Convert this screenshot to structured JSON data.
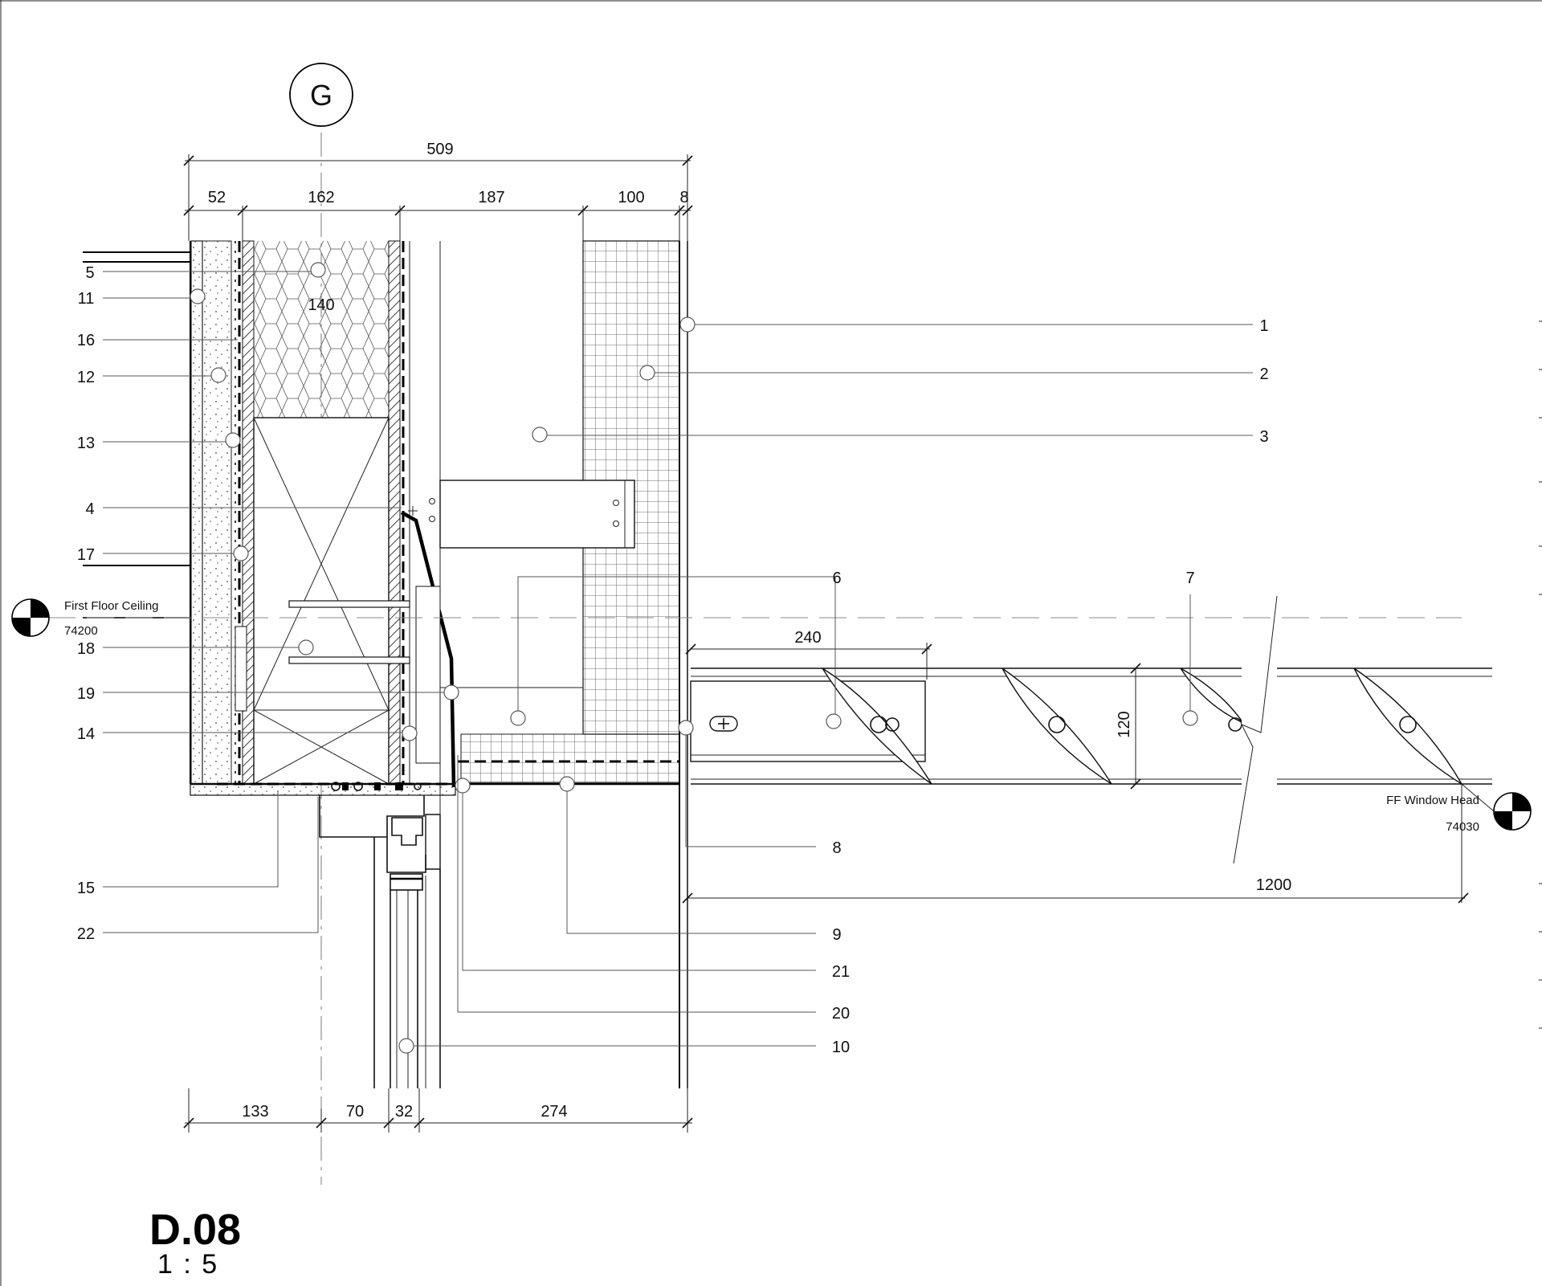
{
  "grid": {
    "label": "G"
  },
  "dimensions": {
    "overall": "509",
    "top": [
      "52",
      "162",
      "187",
      "100",
      "8"
    ],
    "insulation": "140",
    "bottom": [
      "133",
      "70",
      "32",
      "274"
    ],
    "louvre_return": "240",
    "louvre_depth": "120",
    "louvre_length": "1200"
  },
  "tags_left": [
    "5",
    "11",
    "16",
    "12",
    "13",
    "4",
    "17",
    "18",
    "19",
    "14",
    "15",
    "22"
  ],
  "tags_right": [
    "1",
    "2",
    "3",
    "6",
    "7",
    "8",
    "9",
    "21",
    "20",
    "10"
  ],
  "levels": {
    "ceiling": {
      "name": "First Floor Ceiling",
      "value": "74200"
    },
    "window": {
      "name": "FF Window Head",
      "value": "74030"
    }
  },
  "detail": {
    "ref": "D.08",
    "scale": "1 : 5"
  },
  "colors": {
    "ink": "#000000",
    "paper": "#ffffff"
  }
}
